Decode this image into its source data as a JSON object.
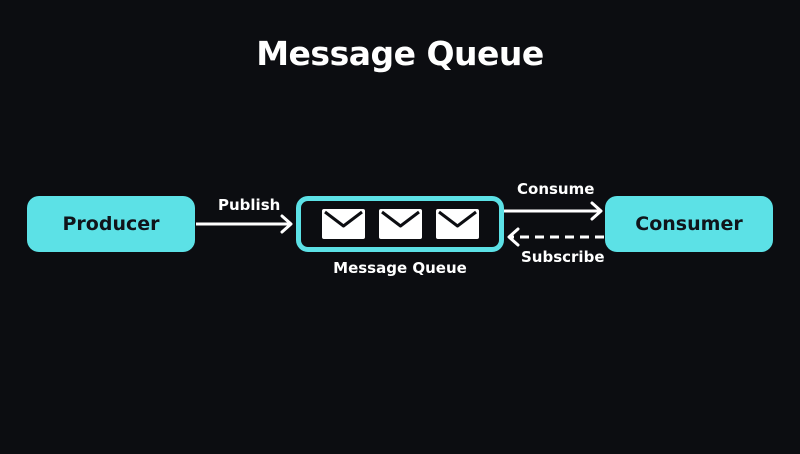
{
  "diagram": {
    "title": "Message Queue",
    "colors": {
      "background": "#0c0d11",
      "accent": "#5ce1e6",
      "text": "#ffffff",
      "node_text": "#10141a"
    },
    "nodes": {
      "producer": {
        "label": "Producer"
      },
      "queue": {
        "label": "Message Queue",
        "message_icon": "envelope-icon",
        "message_count": 3
      },
      "consumer": {
        "label": "Consumer"
      }
    },
    "edges": [
      {
        "from": "Producer",
        "to": "Message Queue",
        "label": "Publish",
        "style": "solid"
      },
      {
        "from": "Message Queue",
        "to": "Consumer",
        "label": "Consume",
        "style": "solid"
      },
      {
        "from": "Consumer",
        "to": "Message Queue",
        "label": "Subscribe",
        "style": "dashed"
      }
    ]
  }
}
